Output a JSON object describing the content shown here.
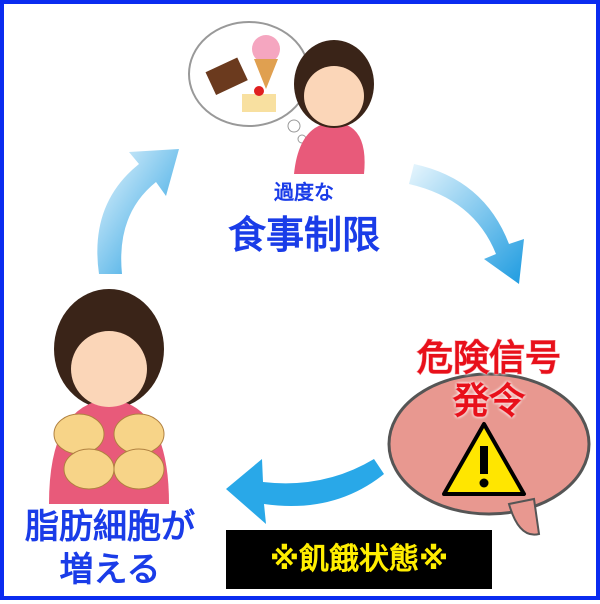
{
  "top_label": {
    "line1": "過度な",
    "line2": "食事制限"
  },
  "right_label": {
    "line1": "危険信号",
    "line2": "発令"
  },
  "left_label": {
    "line1": "脂肪細胞が",
    "line2": "増える"
  },
  "banner": "※飢餓状態※",
  "colors": {
    "border": "#0a2cf0",
    "blue_text": "#1a3ce8",
    "red_text": "#e8101a",
    "banner_bg": "#000000",
    "banner_text": "#ffee00",
    "arrow": "#29a8e8"
  }
}
